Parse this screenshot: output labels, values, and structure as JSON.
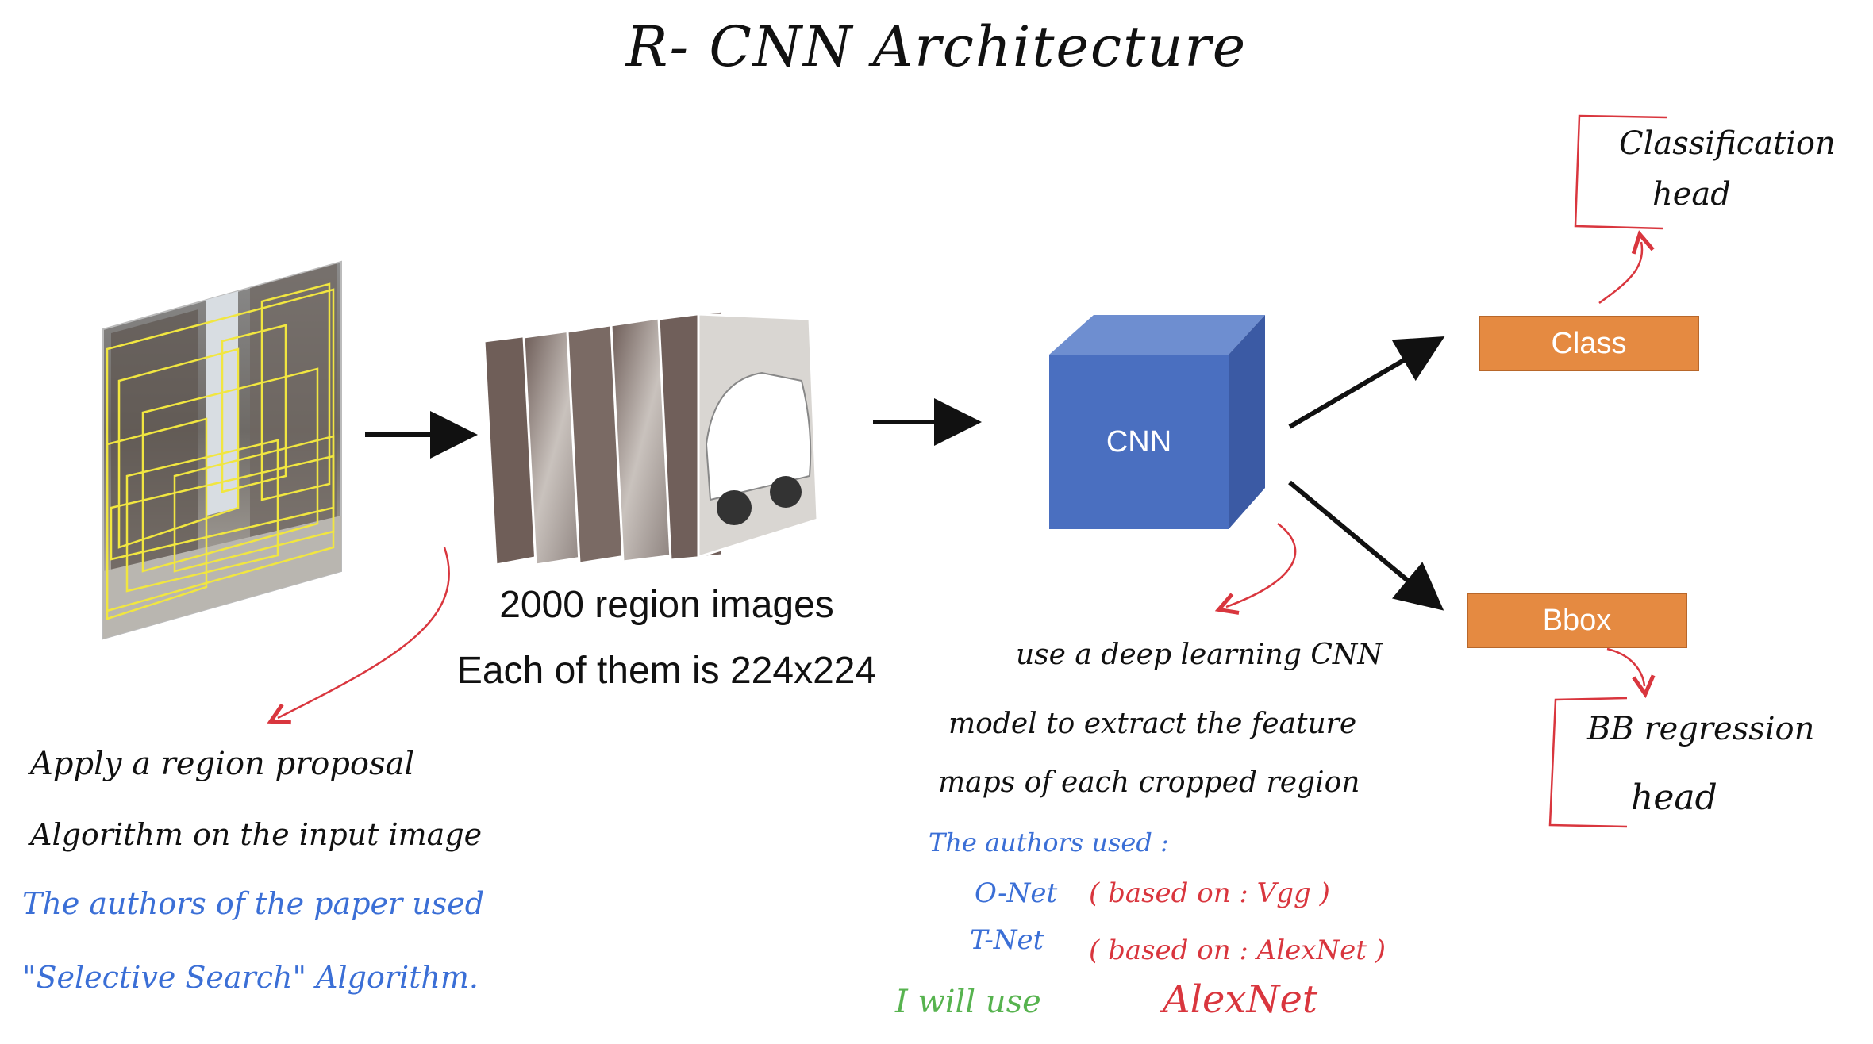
{
  "title": "R- CNN   Architecture",
  "captions": {
    "regions": "2000 region images",
    "size": "Each of them is 224x224"
  },
  "cnn_label": "CNN",
  "outputs": {
    "class_label": "Class",
    "bbox_label": "Bbox"
  },
  "heads": {
    "classification": [
      "Classification",
      "head"
    ],
    "bbox": [
      "BB  regression",
      "head"
    ]
  },
  "notes": {
    "left": {
      "line1": "Apply  a  region  proposal",
      "line2": "Algorithm  on  the  input  image",
      "line3": "The  authors  of  the  paper  used",
      "line4": "\"Selective  Search\"  Algorithm."
    },
    "middle": {
      "line1": "use  a  deep learning  CNN",
      "line2": "model  to  extract  the  feature",
      "line3": "maps  of  each  cropped  region",
      "line4": "The  authors  used :",
      "onet": "O-Net",
      "onet_detail": "( based  on : Vgg )",
      "tnet": "T-Net",
      "tnet_detail": "( based  on : AlexNet )",
      "will_use": "I  will  use",
      "alexnet": "AlexNet"
    }
  },
  "colors": {
    "accent_orange": "#e58a41",
    "cnn_blue": "#4a6fc0",
    "note_red": "#d9363e",
    "note_blue": "#3b6fd6",
    "note_green": "#57b34f"
  }
}
